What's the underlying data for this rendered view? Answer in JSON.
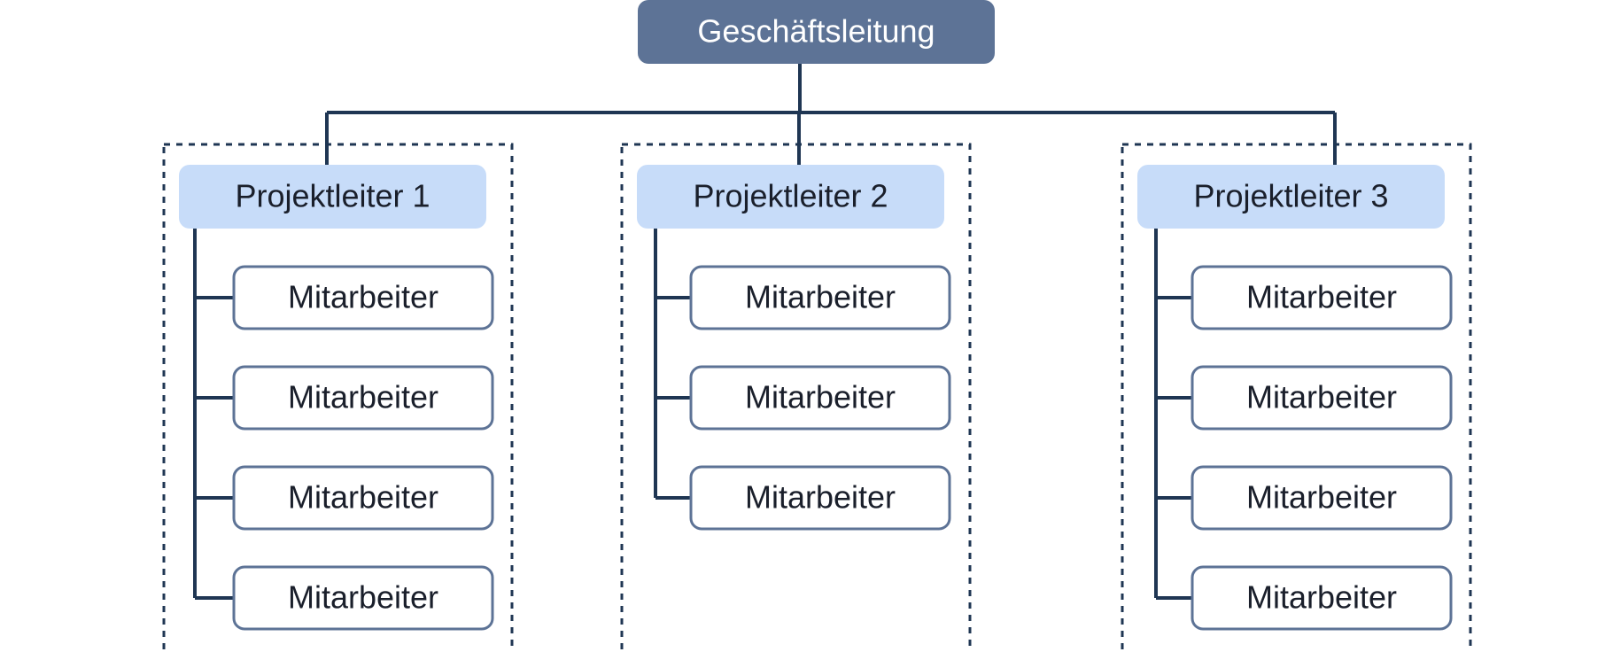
{
  "colors": {
    "top_fill": "#5D7396",
    "top_text": "#FFFFFF",
    "lead_fill": "#C7DCF9",
    "line": "#1F3653",
    "employee_border": "#5D7396",
    "text": "#1A1F2B",
    "dashed": "#1F3653"
  },
  "org": {
    "root": {
      "label": "Geschäftsleitung"
    },
    "teams": [
      {
        "lead": "Projektleiter 1",
        "members": [
          "Mitarbeiter",
          "Mitarbeiter",
          "Mitarbeiter",
          "Mitarbeiter"
        ]
      },
      {
        "lead": "Projektleiter 2",
        "members": [
          "Mitarbeiter",
          "Mitarbeiter",
          "Mitarbeiter"
        ]
      },
      {
        "lead": "Projektleiter 3",
        "members": [
          "Mitarbeiter",
          "Mitarbeiter",
          "Mitarbeiter",
          "Mitarbeiter"
        ]
      }
    ]
  }
}
